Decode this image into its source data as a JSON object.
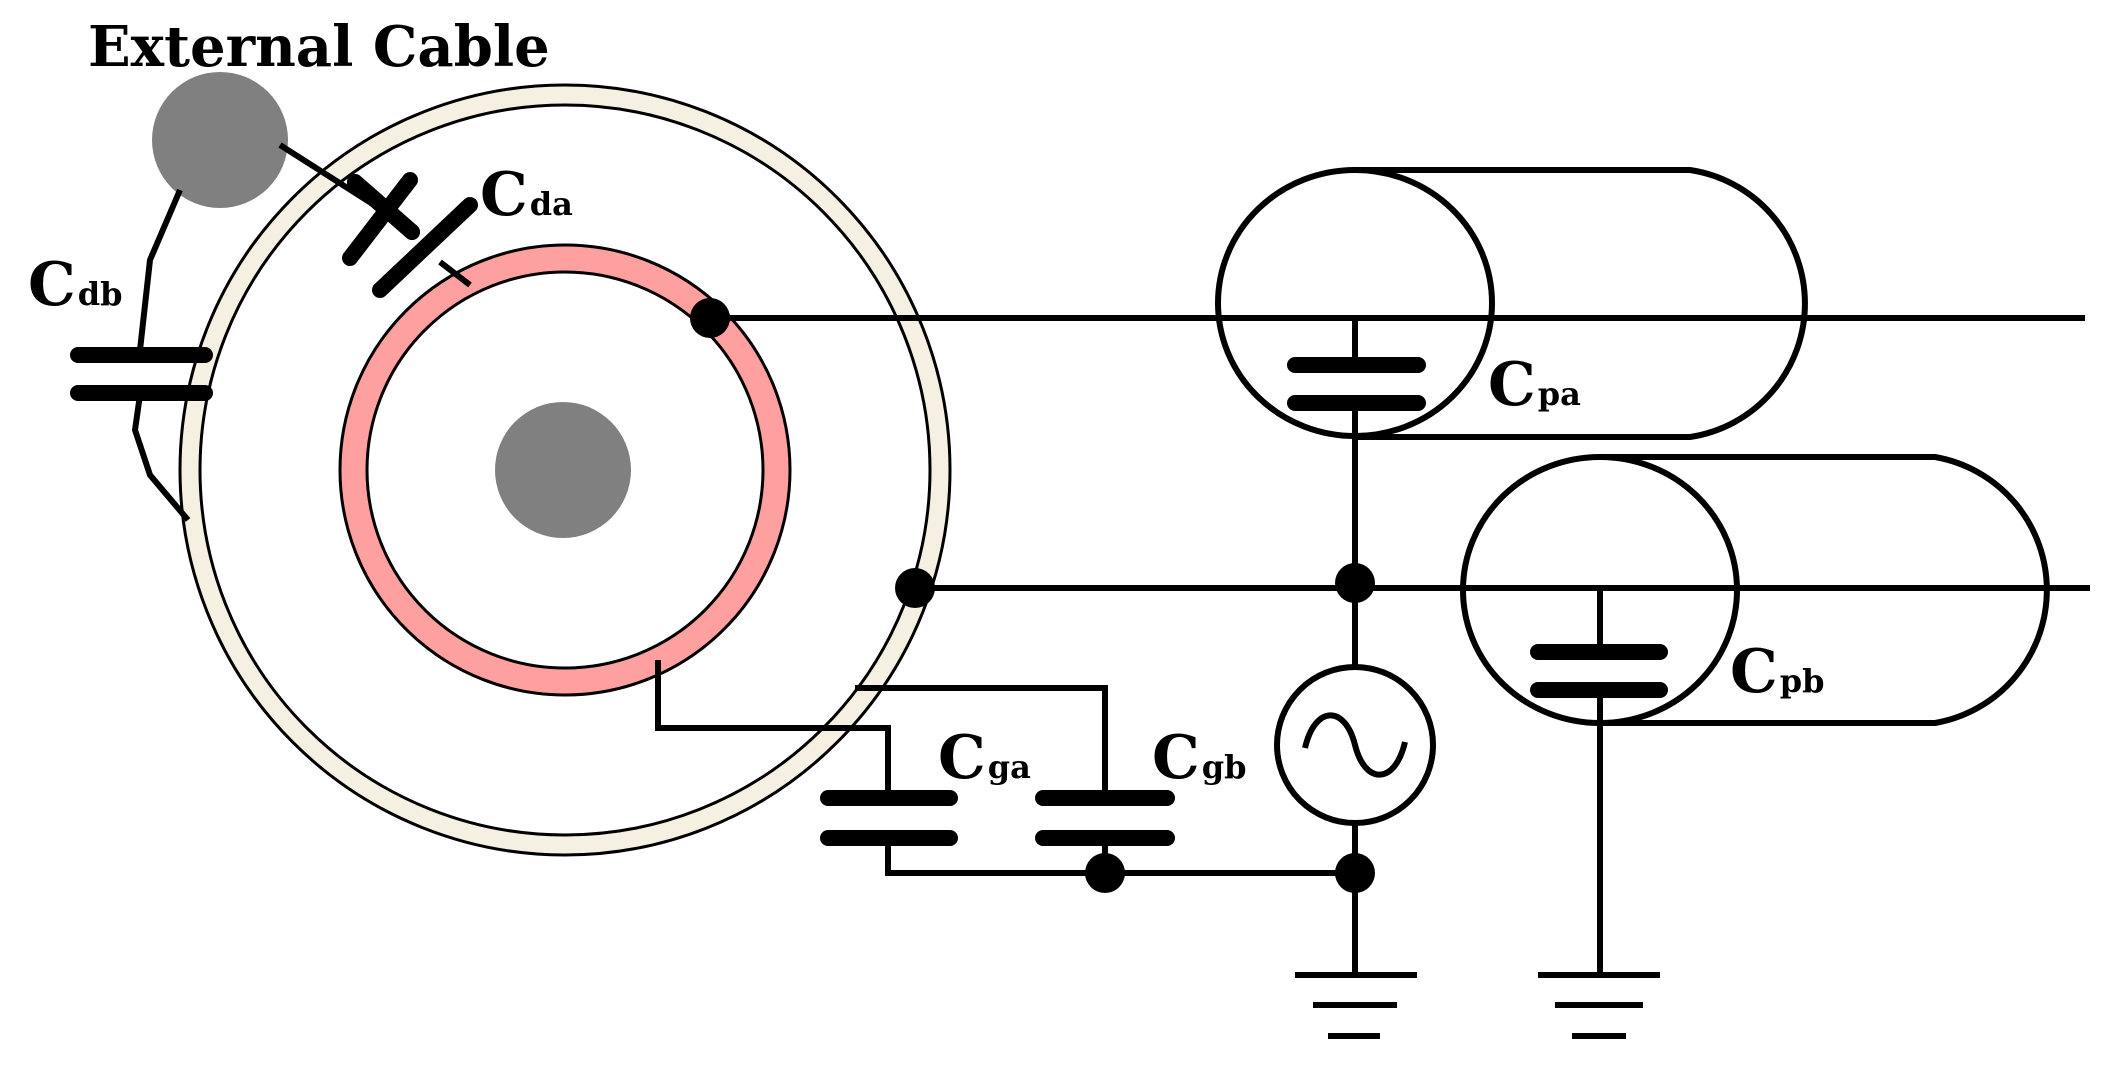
{
  "title": "External Cable",
  "labels": {
    "cda": {
      "main": "C",
      "sub": "da"
    },
    "cdb": {
      "main": "C",
      "sub": "db"
    },
    "cpa": {
      "main": "C",
      "sub": "pa"
    },
    "cpb": {
      "main": "C",
      "sub": "pb"
    },
    "cga": {
      "main": "C",
      "sub": "ga"
    },
    "cgb": {
      "main": "C",
      "sub": "gb"
    }
  },
  "colors": {
    "conductor": "#808080",
    "outer_ring": "#f5f0e1",
    "inner_ring": "#ffa0a0",
    "line": "#000000"
  }
}
